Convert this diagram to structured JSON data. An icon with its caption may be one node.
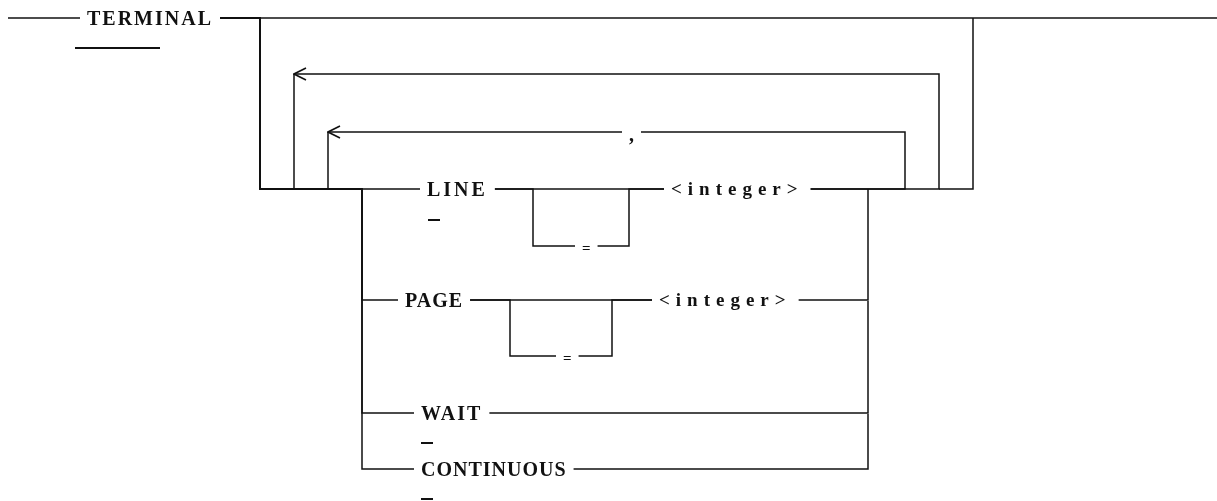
{
  "diagram": {
    "nodes": [
      {
        "text": [
          "TERMINAL"
        ]
      },
      {
        "text": [
          ","
        ]
      },
      {
        "text": [
          "LINE"
        ]
      },
      {
        "text": [
          "="
        ]
      },
      {
        "text": [
          "<integer>"
        ]
      },
      {
        "text": [
          "PAGE"
        ]
      },
      {
        "text": [
          "="
        ]
      },
      {
        "text": [
          "<integer>"
        ]
      },
      {
        "text": [
          "WAIT"
        ]
      },
      {
        "text": [
          "CONTINUOUS"
        ]
      }
    ],
    "edges": [
      {
        "from": null,
        "to": 0,
        "arrow": "none"
      },
      {
        "from": 0,
        "to": null,
        "arrow": "none"
      },
      {
        "from": 0,
        "to": 2,
        "arrow": "none"
      },
      {
        "from": 0,
        "to": 5,
        "arrow": "none"
      },
      {
        "from": 0,
        "to": 8,
        "arrow": "none"
      },
      {
        "from": 0,
        "to": 9,
        "arrow": "none"
      },
      {
        "from": 2,
        "to": 3,
        "arrow": "none"
      },
      {
        "from": 3,
        "to": 4,
        "arrow": "none"
      },
      {
        "from": 2,
        "to": 4,
        "arrow": "none"
      },
      {
        "from": 5,
        "to": 6,
        "arrow": "none"
      },
      {
        "from": 6,
        "to": 7,
        "arrow": "none"
      },
      {
        "from": 5,
        "to": 7,
        "arrow": "none"
      },
      {
        "from": 4,
        "to": 1,
        "arrow": "none"
      },
      {
        "from": 1,
        "to": null,
        "arrow": "to"
      },
      {
        "from": 4,
        "to": null,
        "arrow": "to"
      },
      {
        "from": 7,
        "to": null,
        "arrow": "none"
      },
      {
        "from": 8,
        "to": null,
        "arrow": "none"
      },
      {
        "from": 9,
        "to": null,
        "arrow": "none"
      }
    ]
  }
}
